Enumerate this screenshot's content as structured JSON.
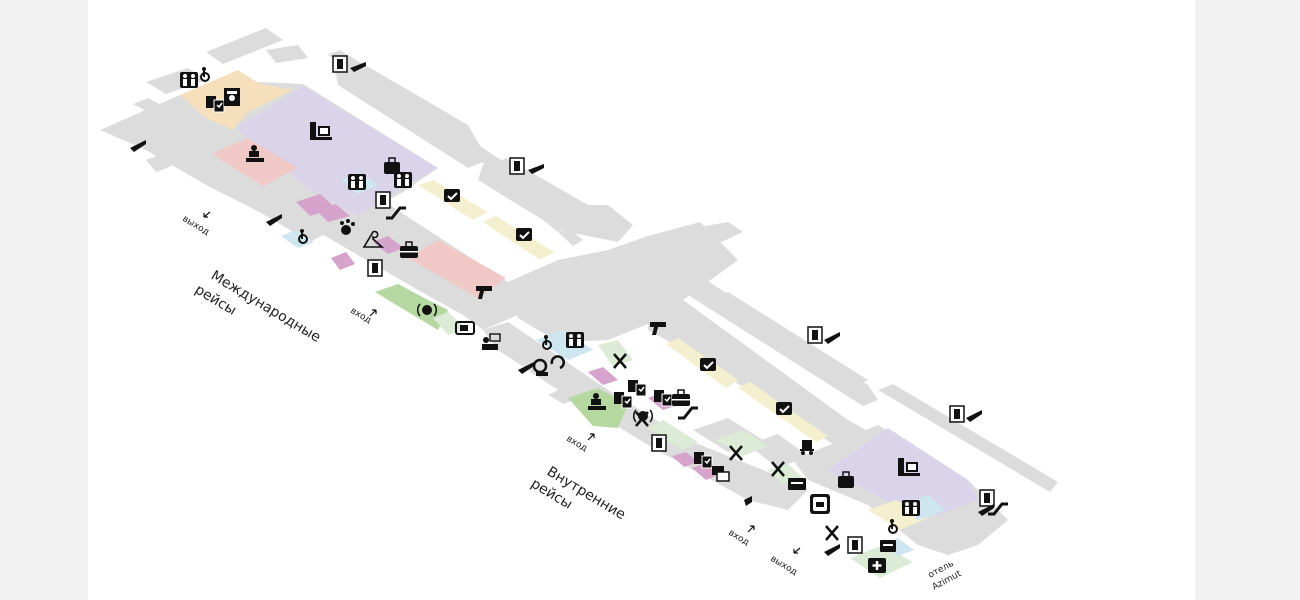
{
  "colors": {
    "background": "#f2f2f2",
    "map_bg": "#ffffff",
    "floor": "#dcdcdc",
    "international_zone": "#d9d4ea",
    "peach_zone": "#f6e0bb",
    "pink_zone": "#f0c9c6",
    "green_zone": "#b5d8a0",
    "yellow_zone": "#f3efcf",
    "blue_zone": "#cde6f0",
    "magenta_shop": "#d5a3cb",
    "pale_green": "#dcebd6",
    "icon": "#111111"
  },
  "labels": {
    "international": [
      "Международные",
      "рейсы"
    ],
    "domestic": [
      "Внутренние",
      "рейсы"
    ],
    "hotel": [
      "отель",
      "Azimut"
    ],
    "exit": "выход",
    "entry": "вход"
  },
  "icons": [
    "toilet-icon",
    "wheelchair-icon",
    "duty-free-icon",
    "customs-officer-icon",
    "baggage-belt-icon",
    "passport-control-icon",
    "lift-icon",
    "escalator-icon",
    "stairs-icon",
    "check-icon",
    "security-gun-icon",
    "wardrobe-icon",
    "pets-icon",
    "suitcase-icon",
    "info-beacon-icon",
    "tv-icon",
    "info-desk-icon",
    "hearing-icon",
    "food-icon",
    "baggage-cart-icon",
    "atm-icon",
    "exchange-icon",
    "taxi-icon",
    "first-aid-icon"
  ]
}
